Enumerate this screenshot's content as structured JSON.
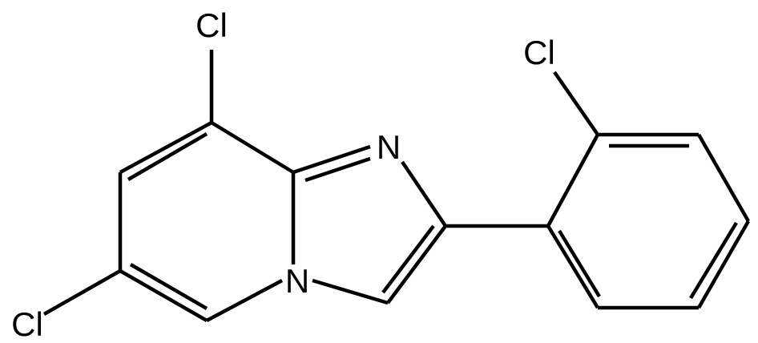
{
  "molecule": {
    "atoms": [
      {
        "id": "cl8",
        "label": "Cl"
      },
      {
        "id": "cl6",
        "label": "Cl"
      },
      {
        "id": "cl2p",
        "label": "Cl"
      },
      {
        "id": "n1",
        "label": "N"
      },
      {
        "id": "n4",
        "label": "N"
      }
    ]
  },
  "colors": {
    "ink": "#000000",
    "background": "#ffffff"
  }
}
